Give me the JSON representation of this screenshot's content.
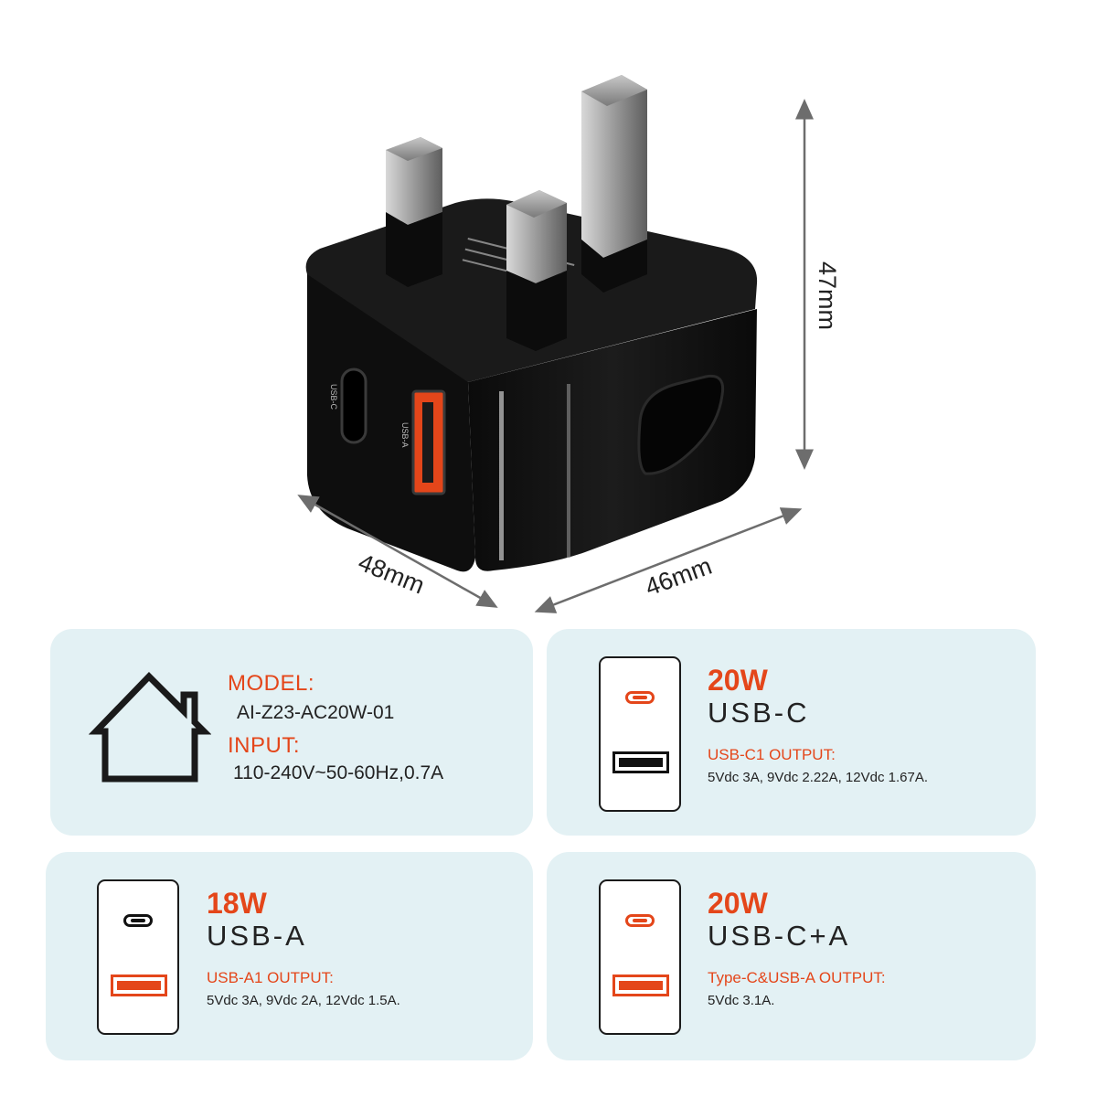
{
  "product": {
    "charger_marks": {
      "usb_c_port_label": "USB-C",
      "usb_a_port_label": "USB-A"
    },
    "dimensions": {
      "height_label": "47mm",
      "width_label": "48mm",
      "depth_label": "46mm"
    },
    "colors": {
      "accent": "#e4461a",
      "card_background": "#e3f1f4",
      "charger_body": "#111111"
    }
  },
  "specs": {
    "model_label": "MODEL:",
    "model_value": "AI-Z23-AC20W-01",
    "input_label": "INPUT:",
    "input_value": "110-240V~50-60Hz,0.7A",
    "icon": "house-icon"
  },
  "outputs": [
    {
      "watt": "20W",
      "port": "USB-C",
      "output_label": "USB-C1  OUTPUT:",
      "output_value": "5Vdc 3A, 9Vdc 2.22A, 12Vdc 1.67A.",
      "active_ports": [
        "usb-c"
      ]
    },
    {
      "watt": "18W",
      "port": "USB-A",
      "output_label": "USB-A1  OUTPUT:",
      "output_value": "5Vdc 3A, 9Vdc 2A, 12Vdc 1.5A.",
      "active_ports": [
        "usb-a"
      ]
    },
    {
      "watt": "20W",
      "port": "USB-C+A",
      "output_label": "Type-C&USB-A  OUTPUT:",
      "output_value": "5Vdc 3.1A.",
      "active_ports": [
        "usb-c",
        "usb-a"
      ]
    }
  ]
}
